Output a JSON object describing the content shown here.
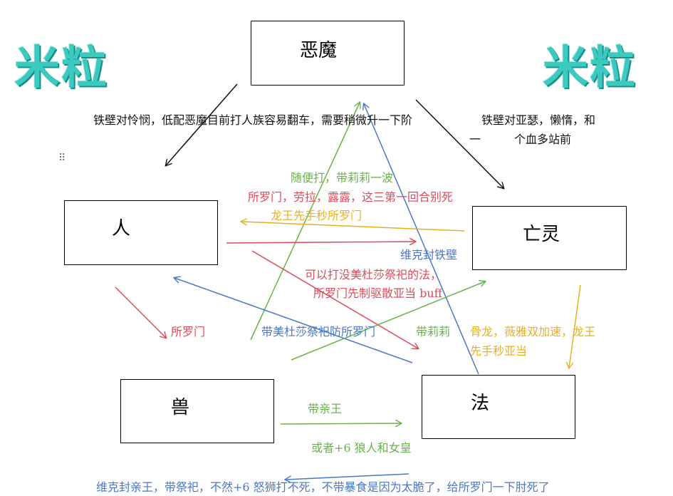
{
  "watermark": {
    "left": "米粒",
    "right": "米粒"
  },
  "nodes": {
    "demon": "恶魔",
    "human": "人",
    "undead": "亡灵",
    "beast": "兽",
    "mage": "法"
  },
  "labels": {
    "demon_human_top": "铁壁对怜悯，低配恶魔目前打人族容易翻车，需要稍微升一下阶",
    "demon_undead_a": "铁壁对亚瑟，懒惰，和",
    "demon_undead_b1": "一",
    "demon_undead_b2": "个血多站前",
    "green_1": "随便打，带莉莉一波",
    "red_1": "所罗门，劳拉，露露，这三第一回合别死",
    "orange_1": "龙王先手秒所罗门",
    "blue_1": "维克封铁壁",
    "red_2a": "可以打没美杜莎祭祀的法，",
    "red_2b": "所罗门先制驱散亚当 buff",
    "red_3": "所罗门",
    "blue_2": "带美杜莎祭祀防所罗门",
    "green_2": "带莉莉",
    "orange_2a": "骨龙，薇雅双加速，龙王",
    "orange_2b": "先手秒亚当",
    "green_3": "带亲王",
    "green_4": "或者+6 狼人和女皇",
    "blue_3": "维克封亲王，带祭祀，不然+6 怒狮打不死，不带暴食是因为太脆了，给所罗门一下肘死了"
  },
  "drag_handle_glyph": "⠿",
  "colors": {
    "black": "#111111",
    "green": "#6ab24a",
    "red": "#dd4b5a",
    "blue": "#4a78c6",
    "orange": "#e8b020",
    "watermark": "#3cc9c0"
  }
}
